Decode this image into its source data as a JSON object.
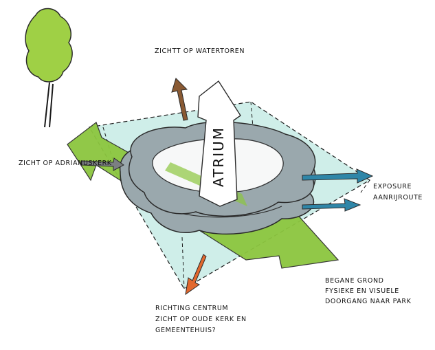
{
  "labels": {
    "watertower": "ZICHTT OP WATERTOREN",
    "adrianus": "ZICHT OP ADRIANUSKERK",
    "atrium": "ATRIUM",
    "exposure_1": "EXPOSURE",
    "exposure_2": "AANRIJROUTE",
    "ground_1": "BEGANE GROND",
    "ground_2": "FYSIEKE EN VISUELE",
    "ground_3": "DOORGANG NAAR PARK",
    "centrum_1": "RICHTING CENTRUM",
    "centrum_2": "ZICHT OP OUDE KERK EN",
    "centrum_3": "GEMEENTEHUIS?"
  },
  "colors": {
    "plane": "#bfe6e0",
    "ring": "#9aa8ad",
    "green": "#8cc63f",
    "tree": "#9fd045",
    "brown_arrow": "#8a5a33",
    "orange_arrow": "#e2682e",
    "blue_arrow": "#2f86a8",
    "gray_arrow": "#7b7f82"
  }
}
